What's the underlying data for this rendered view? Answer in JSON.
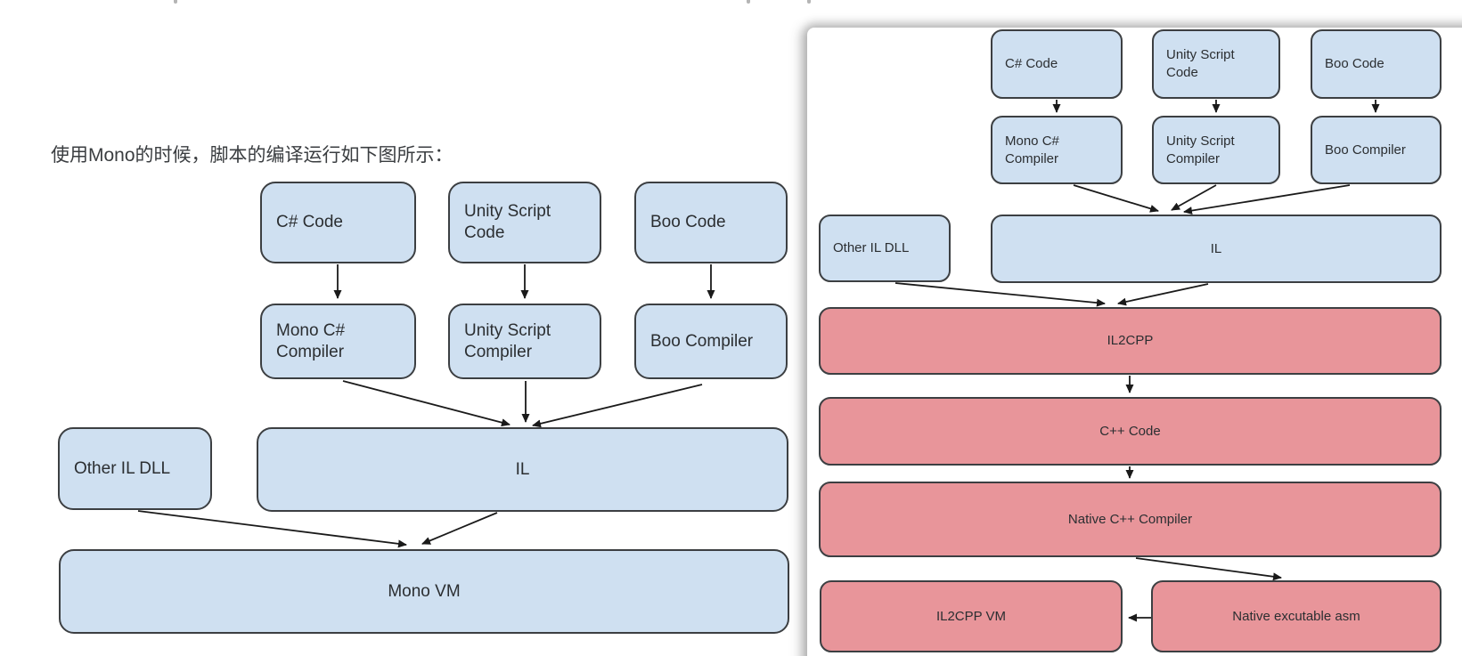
{
  "caption": "使用Mono的时候，脚本的编译运行如下图所示：",
  "colors": {
    "node_blue": "#cfe0f1",
    "node_red": "#e8959a",
    "node_border": "#3c3f42",
    "arrow": "#1a1a1a",
    "text": "#2b2e31",
    "caption": "#3a3d40"
  },
  "mono_diagram": {
    "cs_code": "C# Code",
    "unity_code": "Unity Script Code",
    "boo_code": "Boo Code",
    "mono_compiler": "Mono C# Compiler",
    "unity_compiler": "Unity Script Compiler",
    "boo_compiler": "Boo Compiler",
    "other_il_dll": "Other IL DLL",
    "il": "IL",
    "mono_vm": "Mono VM"
  },
  "il2cpp_diagram": {
    "cs_code": "C# Code",
    "unity_code": "Unity Script Code",
    "boo_code": "Boo Code",
    "mono_compiler": "Mono C# Compiler",
    "unity_compiler": "Unity Script Compiler",
    "boo_compiler": "Boo Compiler",
    "other_il_dll": "Other IL DLL",
    "il": "IL",
    "il2cpp": "IL2CPP",
    "cpp_code": "C++ Code",
    "native_compiler": "Native C++ Compiler",
    "il2cpp_vm": "IL2CPP VM",
    "native_asm": "Native excutable asm"
  }
}
